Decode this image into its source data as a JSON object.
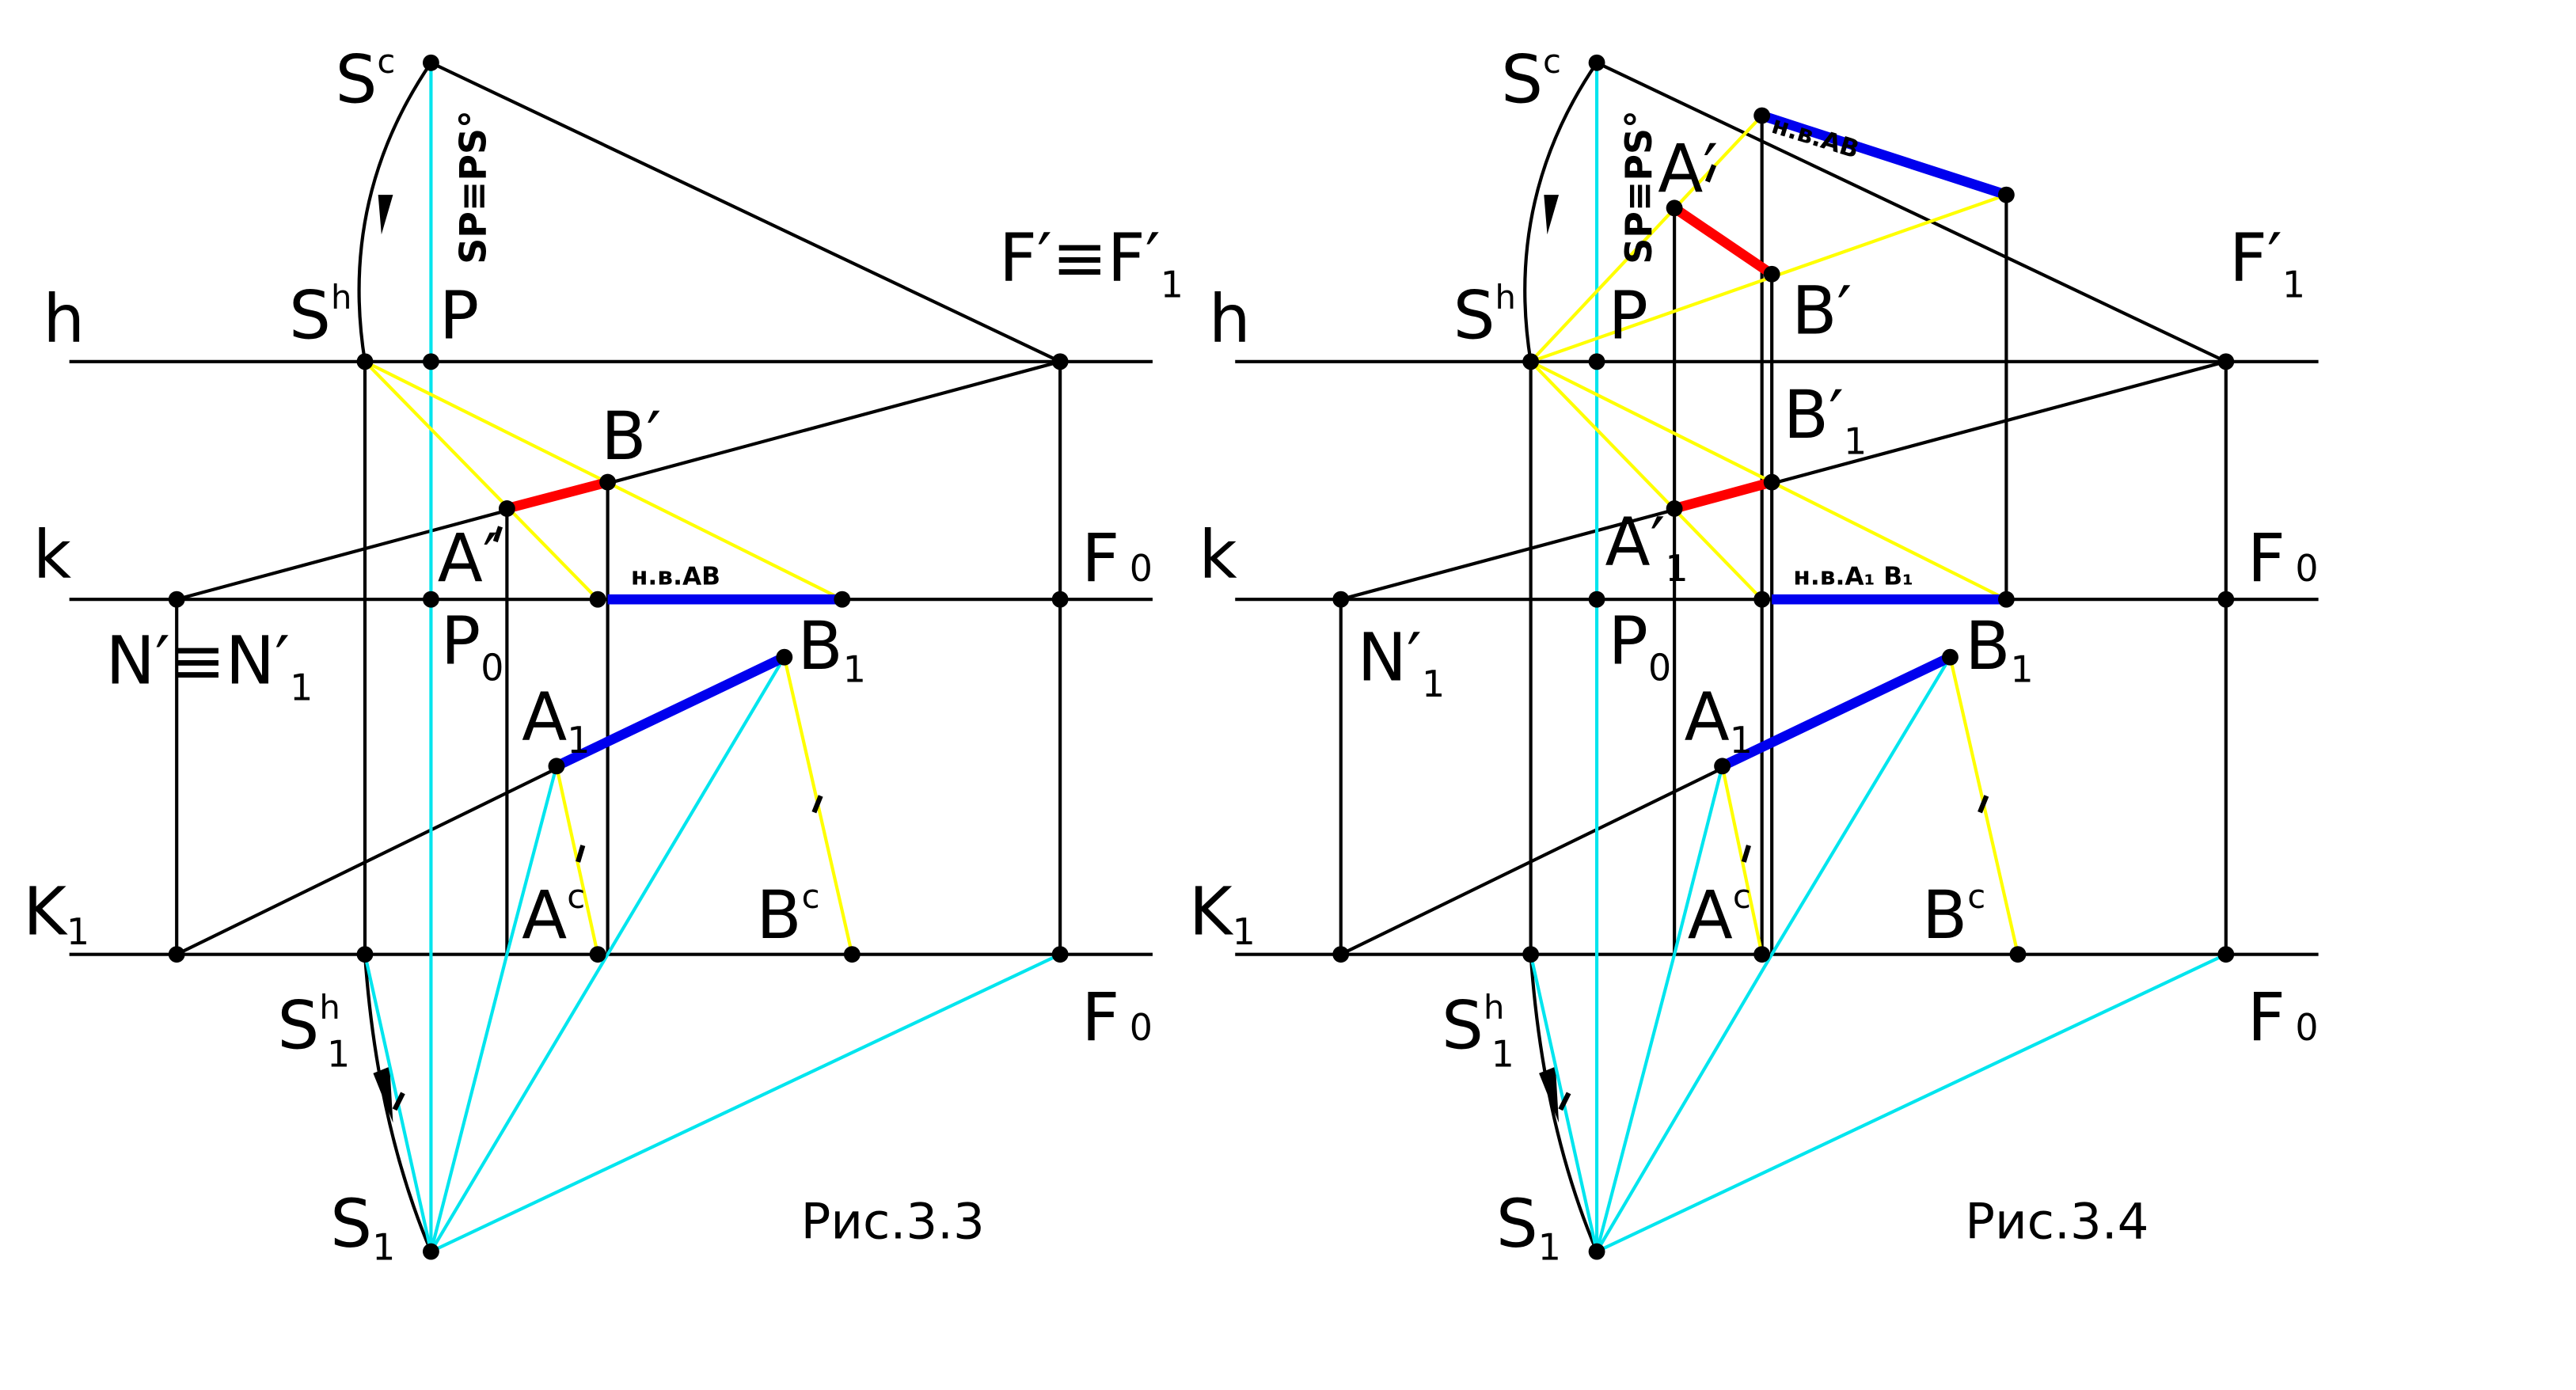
{
  "figure_left": {
    "caption": "Рис.3.3",
    "labels": {
      "Sc": "S",
      "Sc_sup": "c",
      "sp_eq": "SP≡PS°",
      "Sh": "S",
      "Sh_sup": "h",
      "P": "P",
      "h": "h",
      "F_eq": "F′≡F′",
      "F_eq_sub": "1",
      "B_prime": "B′",
      "k": "k",
      "A_prime": "A′",
      "F0_top": "F",
      "F0_top_sub": "0",
      "nv_ab": "н.в.AB",
      "N_eq": "N′≡N′",
      "N_eq_sub": "1",
      "P0": "P",
      "P0_sub": "0",
      "B1": "B",
      "B1_sub": "1",
      "A1": "A",
      "A1_sub": "1",
      "K1": "K",
      "K1_sub": "1",
      "Ac": "A",
      "Ac_sup": "c",
      "Bc": "B",
      "Bc_sup": "c",
      "S1h": "S",
      "S1h_sup": "h",
      "S1h_sub": "1",
      "F0_bottom": "F",
      "F0_bottom_sub": "0",
      "S1": "S",
      "S1_sub": "1"
    }
  },
  "figure_right": {
    "caption": "Рис.3.4",
    "labels": {
      "Sc": "S",
      "Sc_sup": "c",
      "sp_eq": "SP≡PS°",
      "nv_ab": "н.в.AB",
      "A_prime": "A′",
      "Sh": "S",
      "Sh_sup": "h",
      "P": "P",
      "B_prime": "B′",
      "h": "h",
      "F1_prime": "F′",
      "F1_prime_sub": "1",
      "B1_prime": "B′",
      "B1_prime_sub": "1",
      "k": "k",
      "A1_prime": "A′",
      "A1_prime_sub": "1",
      "nv_a1b1": "н.в.A₁ B₁",
      "F0_top": "F",
      "F0_top_sub": "0",
      "N1_prime": "N′",
      "N1_prime_sub": "1",
      "P0": "P",
      "P0_sub": "0",
      "B1": "B",
      "B1_sub": "1",
      "A1": "A",
      "A1_sub": "1",
      "K1": "K",
      "K1_sub": "1",
      "Ac": "A",
      "Ac_sup": "c",
      "Bc": "B",
      "Bc_sup": "c",
      "S1h": "S",
      "S1h_sup": "h",
      "S1h_sub": "1",
      "F0_bottom": "F",
      "F0_bottom_sub": "0",
      "S1": "S",
      "S1_sub": "1"
    }
  },
  "colors": {
    "line": "#000000",
    "cyan": "#00e5ee",
    "yellow": "#ffff00",
    "red": "#ff0000",
    "blue": "#0000ee"
  }
}
